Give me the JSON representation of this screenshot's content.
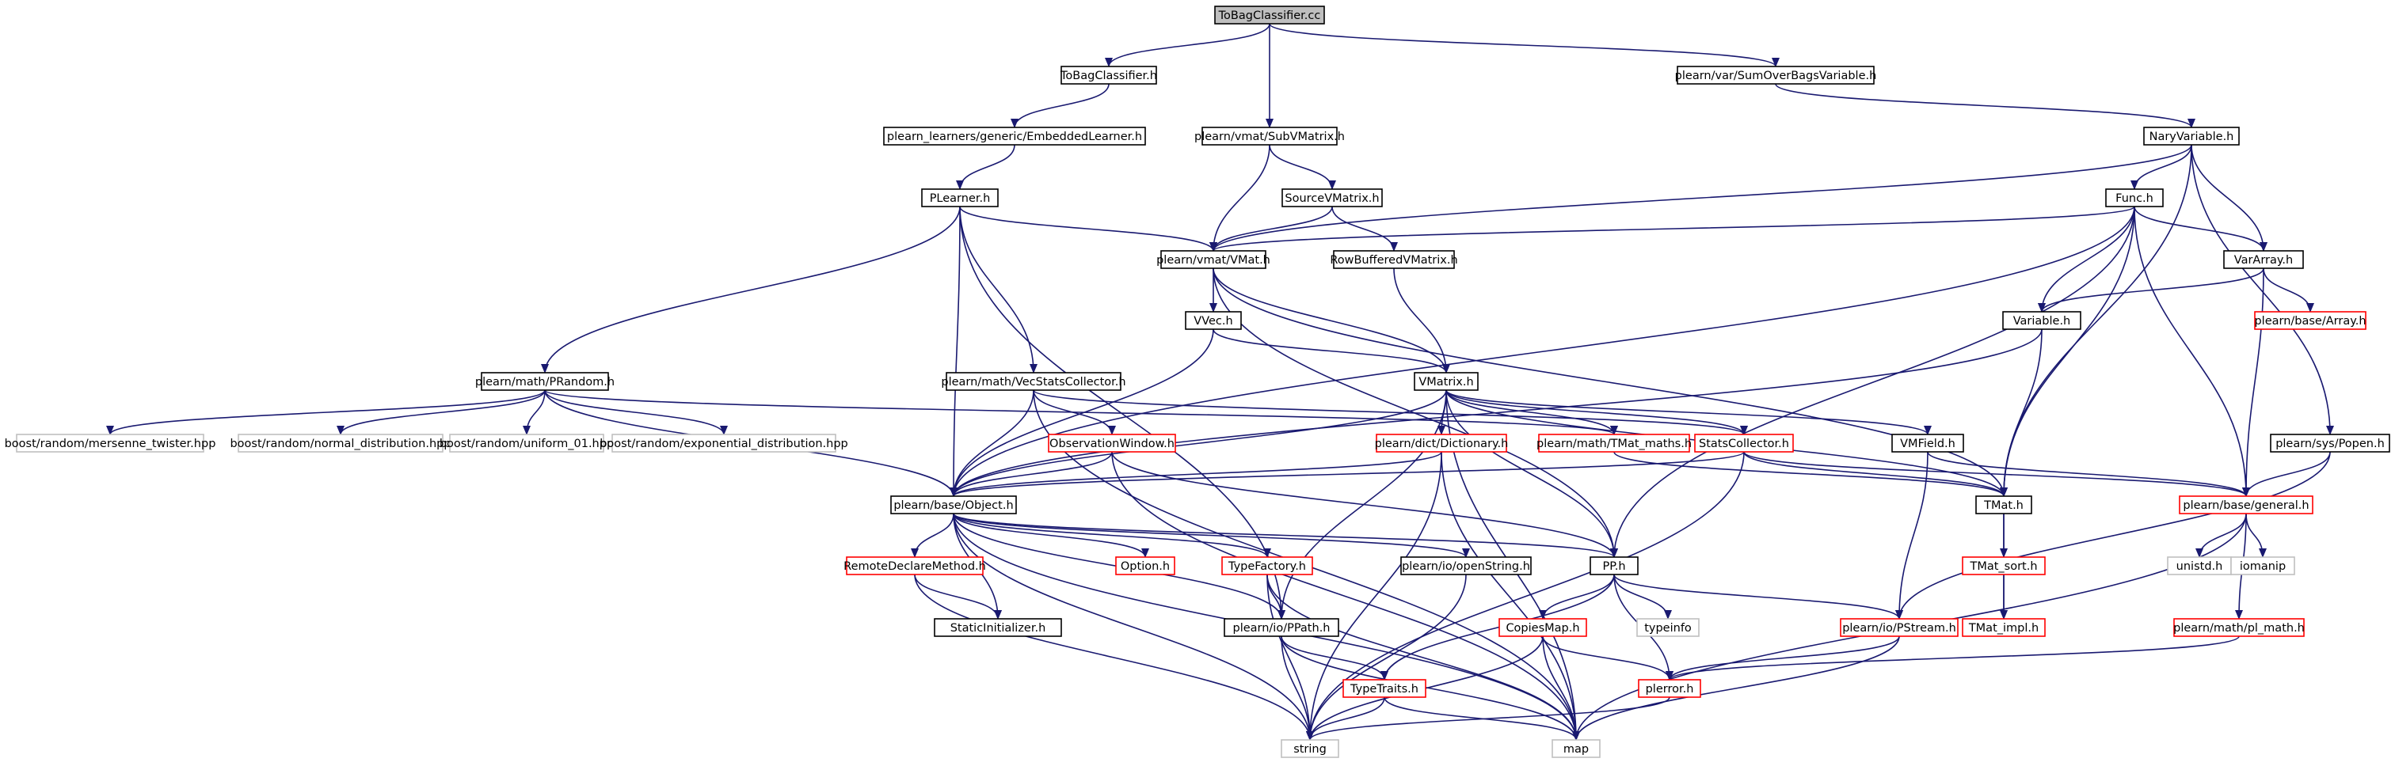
{
  "diagram": {
    "type": "include-dependency-graph",
    "colors": {
      "edge": "#191970",
      "node_border_black": "#000000",
      "node_border_red": "#ff0000",
      "node_border_gray": "#bfbfbf",
      "node_fill_root": "#bfbfbf",
      "node_fill": "#ffffff"
    },
    "nodes": [
      {
        "id": "root",
        "label": "ToBagClassifier.cc",
        "style": "root"
      },
      {
        "id": "tbc",
        "label": "ToBagClassifier.h",
        "style": "black"
      },
      {
        "id": "submat",
        "label": "plearn/vmat/SubVMatrix.h",
        "style": "black"
      },
      {
        "id": "sumover",
        "label": "plearn/var/SumOverBagsVariable.h",
        "style": "black"
      },
      {
        "id": "embedded",
        "label": "plearn_learners/generic/EmbeddedLearner.h",
        "style": "black"
      },
      {
        "id": "naryvar",
        "label": "NaryVariable.h",
        "style": "black"
      },
      {
        "id": "plearner",
        "label": "PLearner.h",
        "style": "black"
      },
      {
        "id": "sourcevm",
        "label": "SourceVMatrix.h",
        "style": "black"
      },
      {
        "id": "func",
        "label": "Func.h",
        "style": "black"
      },
      {
        "id": "vmat",
        "label": "plearn/vmat/VMat.h",
        "style": "black"
      },
      {
        "id": "rowbuf",
        "label": "RowBufferedVMatrix.h",
        "style": "black"
      },
      {
        "id": "vararray",
        "label": "VarArray.h",
        "style": "black"
      },
      {
        "id": "vvec",
        "label": "VVec.h",
        "style": "black"
      },
      {
        "id": "variable",
        "label": "Variable.h",
        "style": "black"
      },
      {
        "id": "array",
        "label": "plearn/base/Array.h",
        "style": "red"
      },
      {
        "id": "prandom",
        "label": "plearn/math/PRandom.h",
        "style": "black"
      },
      {
        "id": "vecstats",
        "label": "plearn/math/VecStatsCollector.h",
        "style": "black"
      },
      {
        "id": "vmatrix",
        "label": "VMatrix.h",
        "style": "black"
      },
      {
        "id": "mersenne",
        "label": "boost/random/mersenne_twister.hpp",
        "style": "gray"
      },
      {
        "id": "normal",
        "label": "boost/random/normal_distribution.hpp",
        "style": "gray"
      },
      {
        "id": "uniform",
        "label": "boost/random/uniform_01.hpp",
        "style": "gray"
      },
      {
        "id": "expo",
        "label": "boost/random/exponential_distribution.hpp",
        "style": "gray"
      },
      {
        "id": "obswin",
        "label": "ObservationWindow.h",
        "style": "red"
      },
      {
        "id": "dict",
        "label": "plearn/dict/Dictionary.h",
        "style": "red"
      },
      {
        "id": "tmatmaths",
        "label": "plearn/math/TMat_maths.h",
        "style": "red"
      },
      {
        "id": "statscol",
        "label": "StatsCollector.h",
        "style": "red"
      },
      {
        "id": "vmfield",
        "label": "VMField.h",
        "style": "black"
      },
      {
        "id": "popen",
        "label": "plearn/sys/Popen.h",
        "style": "black"
      },
      {
        "id": "object",
        "label": "plearn/base/Object.h",
        "style": "black"
      },
      {
        "id": "tmat",
        "label": "TMat.h",
        "style": "black"
      },
      {
        "id": "general",
        "label": "plearn/base/general.h",
        "style": "red"
      },
      {
        "id": "remote",
        "label": "RemoteDeclareMethod.h",
        "style": "red"
      },
      {
        "id": "option",
        "label": "Option.h",
        "style": "red"
      },
      {
        "id": "typefactory",
        "label": "TypeFactory.h",
        "style": "red"
      },
      {
        "id": "openstring",
        "label": "plearn/io/openString.h",
        "style": "black"
      },
      {
        "id": "pph",
        "label": "PP.h",
        "style": "black"
      },
      {
        "id": "tmatsort",
        "label": "TMat_sort.h",
        "style": "red"
      },
      {
        "id": "unistd",
        "label": "unistd.h",
        "style": "gray"
      },
      {
        "id": "iomanip",
        "label": "iomanip",
        "style": "gray"
      },
      {
        "id": "staticinit",
        "label": "StaticInitializer.h",
        "style": "black"
      },
      {
        "id": "ppath",
        "label": "plearn/io/PPath.h",
        "style": "black"
      },
      {
        "id": "copiesmap",
        "label": "CopiesMap.h",
        "style": "red"
      },
      {
        "id": "typeinfo",
        "label": "typeinfo",
        "style": "gray"
      },
      {
        "id": "pstream",
        "label": "plearn/io/PStream.h",
        "style": "red"
      },
      {
        "id": "tmatimpl",
        "label": "TMat_impl.h",
        "style": "red"
      },
      {
        "id": "plmath",
        "label": "plearn/math/pl_math.h",
        "style": "red"
      },
      {
        "id": "typetraits",
        "label": "TypeTraits.h",
        "style": "red"
      },
      {
        "id": "perror",
        "label": "plerror.h",
        "style": "red"
      },
      {
        "id": "string",
        "label": "string",
        "style": "gray"
      },
      {
        "id": "map",
        "label": "map",
        "style": "gray"
      }
    ],
    "edges": [
      [
        "root",
        "tbc"
      ],
      [
        "root",
        "submat"
      ],
      [
        "root",
        "sumover"
      ],
      [
        "tbc",
        "embedded"
      ],
      [
        "embedded",
        "plearner"
      ],
      [
        "submat",
        "sourcevm"
      ],
      [
        "submat",
        "vmat"
      ],
      [
        "sumover",
        "naryvar"
      ],
      [
        "naryvar",
        "vmat"
      ],
      [
        "naryvar",
        "func"
      ],
      [
        "naryvar",
        "vararray"
      ],
      [
        "naryvar",
        "popen"
      ],
      [
        "naryvar",
        "tmat"
      ],
      [
        "plearner",
        "prandom"
      ],
      [
        "plearner",
        "vecstats"
      ],
      [
        "plearner",
        "vmat"
      ],
      [
        "plearner",
        "object"
      ],
      [
        "plearner",
        "ppath"
      ],
      [
        "sourcevm",
        "vmat"
      ],
      [
        "sourcevm",
        "rowbuf"
      ],
      [
        "func",
        "vmat"
      ],
      [
        "func",
        "object"
      ],
      [
        "func",
        "vararray"
      ],
      [
        "func",
        "variable"
      ],
      [
        "func",
        "tmat"
      ],
      [
        "func",
        "pph"
      ],
      [
        "func",
        "general"
      ],
      [
        "vmat",
        "vvec"
      ],
      [
        "vmat",
        "vmatrix"
      ],
      [
        "vmat",
        "tmat"
      ],
      [
        "vmat",
        "pph"
      ],
      [
        "rowbuf",
        "vmatrix"
      ],
      [
        "vararray",
        "variable"
      ],
      [
        "vararray",
        "array"
      ],
      [
        "vararray",
        "general"
      ],
      [
        "vvec",
        "vmatrix"
      ],
      [
        "vvec",
        "object"
      ],
      [
        "variable",
        "object"
      ],
      [
        "variable",
        "tmat"
      ],
      [
        "prandom",
        "mersenne"
      ],
      [
        "prandom",
        "normal"
      ],
      [
        "prandom",
        "uniform"
      ],
      [
        "prandom",
        "expo"
      ],
      [
        "prandom",
        "object"
      ],
      [
        "prandom",
        "tmatmaths"
      ],
      [
        "vecstats",
        "statscol"
      ],
      [
        "vecstats",
        "obswin"
      ],
      [
        "vecstats",
        "object"
      ],
      [
        "vecstats",
        "map"
      ],
      [
        "vmatrix",
        "object"
      ],
      [
        "vmatrix",
        "dict"
      ],
      [
        "vmatrix",
        "tmatmaths"
      ],
      [
        "vmatrix",
        "statscol"
      ],
      [
        "vmatrix",
        "vmfield"
      ],
      [
        "vmatrix",
        "tmat"
      ],
      [
        "vmatrix",
        "pph"
      ],
      [
        "vmatrix",
        "ppath"
      ],
      [
        "vmatrix",
        "map"
      ],
      [
        "obswin",
        "object"
      ],
      [
        "obswin",
        "map"
      ],
      [
        "obswin",
        "pph"
      ],
      [
        "dict",
        "object"
      ],
      [
        "dict",
        "string"
      ],
      [
        "dict",
        "map"
      ],
      [
        "tmatmaths",
        "tmat"
      ],
      [
        "statscol",
        "object"
      ],
      [
        "statscol",
        "tmat"
      ],
      [
        "statscol",
        "general"
      ],
      [
        "statscol",
        "string"
      ],
      [
        "vmfield",
        "general"
      ],
      [
        "vmfield",
        "pstream"
      ],
      [
        "popen",
        "general"
      ],
      [
        "popen",
        "pstream"
      ],
      [
        "object",
        "remote"
      ],
      [
        "object",
        "option"
      ],
      [
        "object",
        "typefactory"
      ],
      [
        "object",
        "openstring"
      ],
      [
        "object",
        "pph"
      ],
      [
        "object",
        "staticinit"
      ],
      [
        "object",
        "ppath"
      ],
      [
        "object",
        "string"
      ],
      [
        "object",
        "map"
      ],
      [
        "tmat",
        "tmatsort"
      ],
      [
        "tmat",
        "tmatimpl"
      ],
      [
        "general",
        "unistd"
      ],
      [
        "general",
        "iomanip"
      ],
      [
        "general",
        "plmath"
      ],
      [
        "general",
        "map"
      ],
      [
        "remote",
        "staticinit"
      ],
      [
        "remote",
        "string"
      ],
      [
        "typefactory",
        "ppath"
      ],
      [
        "typefactory",
        "string"
      ],
      [
        "typefactory",
        "map"
      ],
      [
        "openstring",
        "string"
      ],
      [
        "pph",
        "copiesmap"
      ],
      [
        "pph",
        "typeinfo"
      ],
      [
        "pph",
        "pstream"
      ],
      [
        "pph",
        "typetraits"
      ],
      [
        "pph",
        "perror"
      ],
      [
        "tmatsort",
        "tmatimpl"
      ],
      [
        "ppath",
        "typetraits"
      ],
      [
        "ppath",
        "string"
      ],
      [
        "ppath",
        "map"
      ],
      [
        "copiesmap",
        "perror"
      ],
      [
        "copiesmap",
        "string"
      ],
      [
        "copiesmap",
        "map"
      ],
      [
        "pstream",
        "perror"
      ],
      [
        "pstream",
        "map"
      ],
      [
        "plmath",
        "perror"
      ],
      [
        "typetraits",
        "string"
      ],
      [
        "typetraits",
        "map"
      ],
      [
        "perror",
        "string"
      ]
    ]
  }
}
